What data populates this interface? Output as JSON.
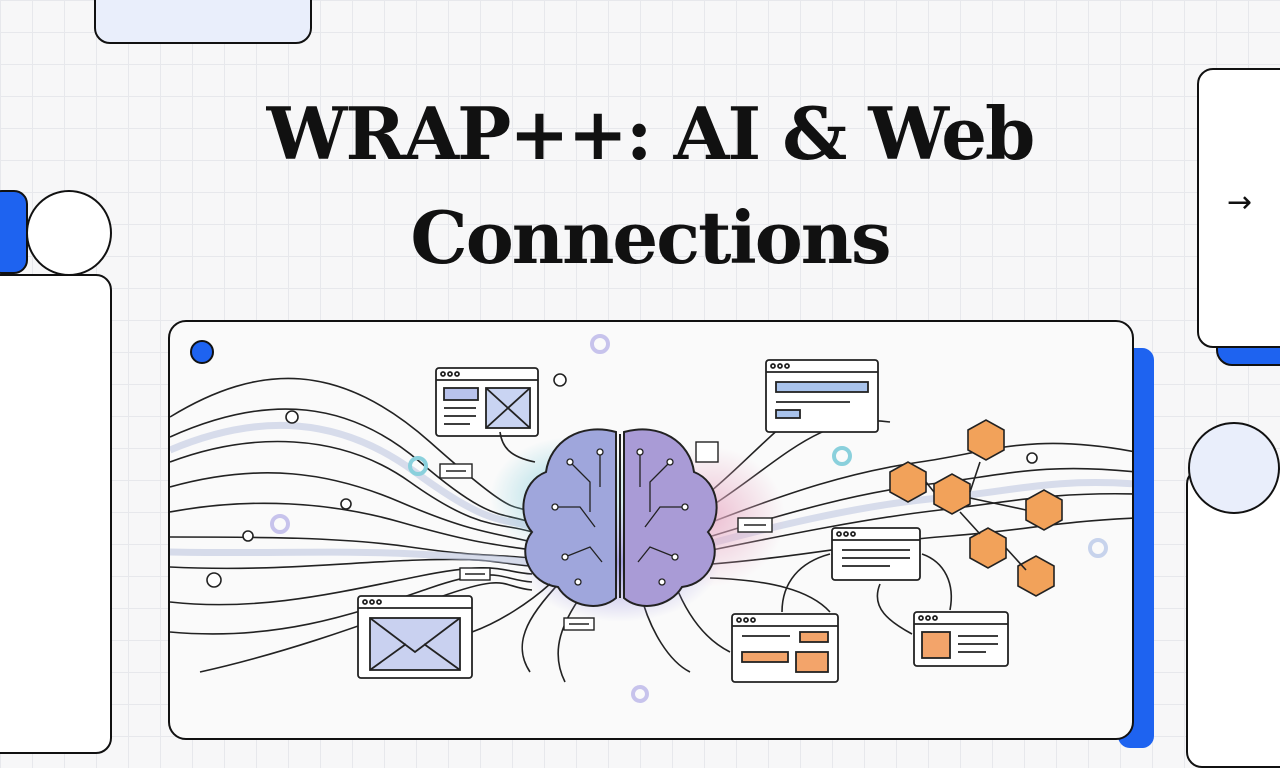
{
  "slide": {
    "title_line1": "WRAP++: AI & Web",
    "title_line2": "Connections"
  },
  "nav": {
    "next_icon": "right-arrow-icon",
    "next_glyph": "→"
  },
  "colors": {
    "accent": "#1e63f0",
    "background": "#f7f7f8",
    "outline": "#111111",
    "hexagon": "#f2a25a",
    "tag_orange": "#f3a46a",
    "window_blue": "#a9c3ec",
    "brain_violet": "#8a86d0",
    "watercolor_teal": "#8ad0dc",
    "watercolor_pink": "#e9b0c8"
  },
  "illustration": {
    "icons": [
      "brain-circuit-icon",
      "browser-window-icon",
      "email-icon",
      "hexagon-network-icon",
      "data-stream-lines"
    ]
  }
}
